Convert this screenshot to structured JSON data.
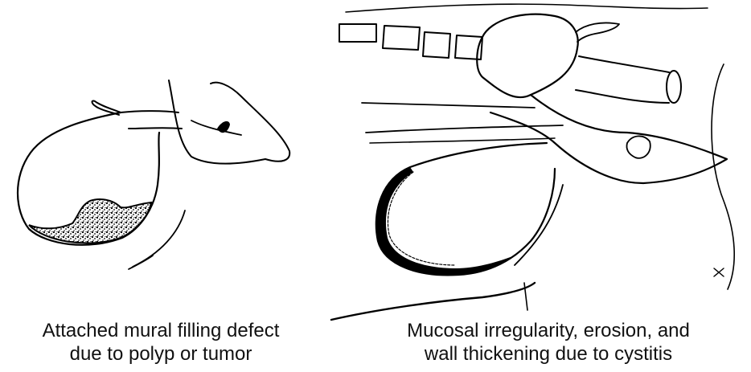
{
  "figures": [
    {
      "caption_line1": "Attached mural filling defect",
      "caption_line2": "due to polyp or tumor"
    },
    {
      "caption_line1": "Mucosal irregularity, erosion, and",
      "caption_line2": "wall thickening due to cystitis"
    }
  ],
  "ink_color": "#000000",
  "paper_color": "#ffffff"
}
